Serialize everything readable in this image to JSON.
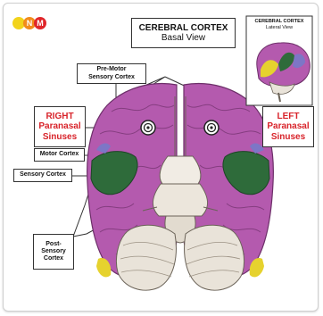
{
  "logo": {
    "dots": [
      {
        "letter": "",
        "color": "#f2d31b"
      },
      {
        "letter": "N",
        "color": "#f28b1b"
      },
      {
        "letter": "M",
        "color": "#e0262a"
      }
    ]
  },
  "title": {
    "line1": "CEREBRAL CORTEX",
    "line2": "Basal View"
  },
  "inset": {
    "title_line1": "CEREBRAL CORTEX",
    "title_line2": "Lateral View"
  },
  "labels": {
    "premotor_line1": "Pre-Motor",
    "premotor_line2": "Sensory Cortex",
    "right_line1": "RIGHT",
    "right_line2": "Paranasal",
    "right_line3": "Sinuses",
    "left_line1": "LEFT",
    "left_line2": "Paranasal",
    "left_line3": "Sinuses",
    "motor": "Motor Cortex",
    "sensory": "Sensory Cortex",
    "post_line1": "Post-",
    "post_line2": "Sensory",
    "post_line3": "Cortex"
  },
  "colors": {
    "cortex_purple": "#b45aae",
    "cortex_purple_dark": "#8a3f86",
    "motor_green": "#2e6b3a",
    "sensory_yellow": "#e6d22e",
    "label_red": "#d8232a",
    "cerebellum": "#e9e3d9"
  }
}
